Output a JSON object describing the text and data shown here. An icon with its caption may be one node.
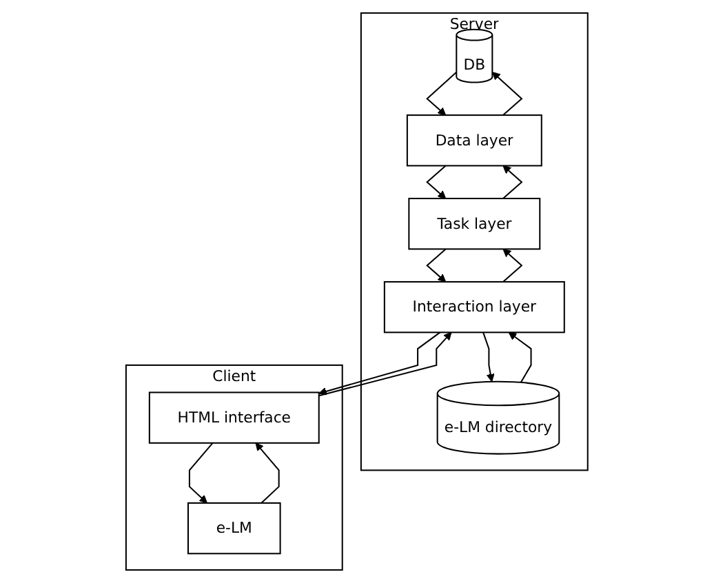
{
  "diagram": {
    "nodes": [
      {
        "text": [
          "Server"
        ]
      },
      {
        "text": [
          "DB"
        ],
        "in": 0
      },
      {
        "text": [
          "Data layer"
        ],
        "in": 0
      },
      {
        "text": [
          "Task layer"
        ],
        "in": 0
      },
      {
        "text": [
          "e-LM directory"
        ],
        "in": 0
      },
      {
        "text": [
          "Interaction layer"
        ],
        "in": 0
      },
      {
        "text": [
          "Client"
        ]
      },
      {
        "text": [
          "e-LM"
        ],
        "in": 6
      },
      {
        "text": [
          "HTML interface"
        ],
        "in": 6
      }
    ],
    "edges": [
      {
        "from": 2,
        "to": 1,
        "arrow": "to"
      },
      {
        "from": 1,
        "to": 2,
        "arrow": "to"
      },
      {
        "from": 2,
        "to": 3,
        "arrow": "to"
      },
      {
        "from": 3,
        "to": 2,
        "arrow": "to"
      },
      {
        "from": 3,
        "to": 5,
        "arrow": "to"
      },
      {
        "from": 5,
        "to": 3,
        "arrow": "to"
      },
      {
        "from": 5,
        "to": 4,
        "arrow": "to"
      },
      {
        "from": 4,
        "to": 5,
        "arrow": "to"
      },
      {
        "from": 5,
        "to": 8,
        "arrow": "to"
      },
      {
        "from": 8,
        "to": 5,
        "arrow": "to"
      },
      {
        "from": 8,
        "to": 7,
        "arrow": "to"
      },
      {
        "from": 7,
        "to": 8,
        "arrow": "to"
      }
    ]
  }
}
